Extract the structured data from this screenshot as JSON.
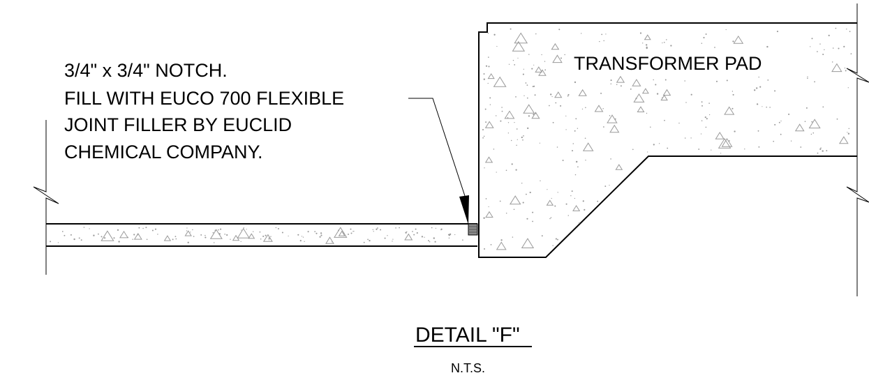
{
  "note": {
    "lines": [
      "3/4\" x 3/4\" NOTCH.",
      "FILL WITH EUCO 700 FLEXIBLE",
      "JOINT FILLER BY EUCLID",
      "CHEMICAL COMPANY."
    ]
  },
  "pad_label": "TRANSFORMER PAD",
  "detail_title": "DETAIL  \"F\"",
  "scale_note": "N.T.S."
}
